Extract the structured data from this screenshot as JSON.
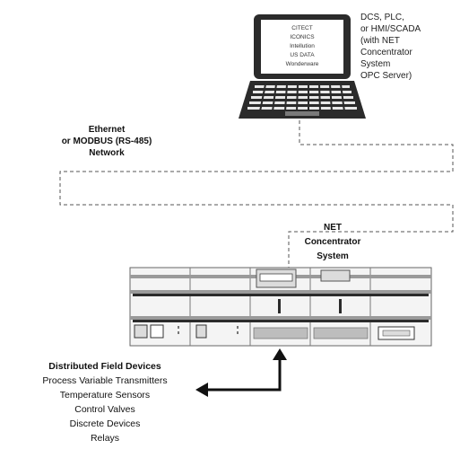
{
  "laptop": {
    "screen_lines": [
      "CITECT",
      "ICONICS",
      "Intellution",
      "US DATA",
      "Wonderware"
    ]
  },
  "host_label": [
    "DCS, PLC,",
    "or HMI/SCADA",
    "(with NET",
    "Concentrator",
    "System",
    "OPC Server)"
  ],
  "network_label": [
    "Ethernet",
    "or MODBUS (RS-485)",
    "Network"
  ],
  "concentrator_label": [
    "NET",
    "Concentrator",
    "System"
  ],
  "field_devices": {
    "title": "Distributed Field Devices",
    "items": [
      "Process Variable Transmitters",
      "Temperature Sensors",
      "Control Valves",
      "Discrete Devices",
      "Relays"
    ]
  },
  "colors": {
    "ink": "#111111",
    "line_gray": "#555555",
    "screen_bg": "#ffffff",
    "laptop_body": "#2b2b2b",
    "rack_gray": "#9a9a9a",
    "rack_light": "#dcdcdc"
  }
}
